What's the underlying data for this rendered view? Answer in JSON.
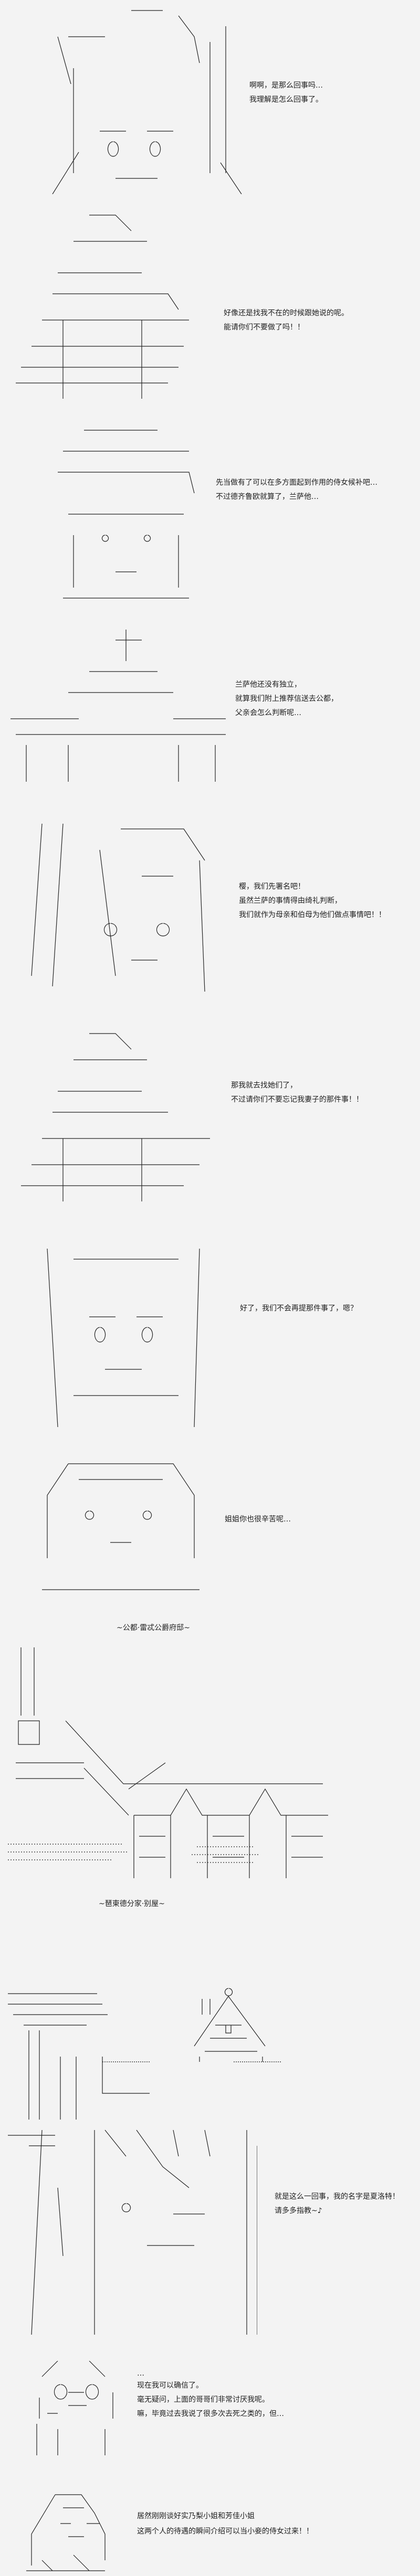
{
  "panels": [
    {
      "lines": [
        "啊啊，是那么回事吗…",
        "我理解是怎么回事了。"
      ]
    },
    {
      "lines": [
        "好像还是找我不在的时候跟她说的呢。",
        "能请你们不要做了吗！！"
      ]
    },
    {
      "lines": [
        "先当做有了可以在多方面起到作用的侍女候补吧…",
        "不过德齐鲁欧就算了，兰萨他…"
      ]
    },
    {
      "lines": [
        "兰萨他还没有独立，",
        "就算我们附上推荐信送去公都，",
        "父亲会怎么判断呢…"
      ]
    },
    {
      "lines": [
        "樱，我们先署名吧！",
        "虽然兰萨的事情得由绮礼判断，",
        "我们就作为母亲和伯母为他们做点事情吧！！"
      ]
    },
    {
      "lines": [
        "那我就去找她们了，",
        "不过请你们不要忘记我妻子的那件事！！"
      ]
    },
    {
      "lines": [
        "好了，我们不会再提那件事了，嗯？"
      ]
    },
    {
      "lines": [
        "姐姐你也很辛苦呢…"
      ]
    },
    {
      "lines": [
        "就是这么一回事，我的名字是夏洛特！",
        "请多多指教~♪"
      ]
    },
    {
      "lines": [
        "…",
        "现在我可以确信了。",
        "毫无疑问，上面的哥哥们非常讨厌我呢。",
        "嘛，毕竟过去我说了很多次去死之类的，但…"
      ]
    },
    {
      "lines": [
        "居然刚刚谈好实乃梨小姐和芳佳小姐",
        "这两个人的待遇的瞬间介绍可以当小妾的侍女过来！！"
      ]
    }
  ],
  "captions": {
    "scene1": "~公都·雷忒公爵府邸~",
    "scene2": "~琶東德分家·别屋~"
  }
}
